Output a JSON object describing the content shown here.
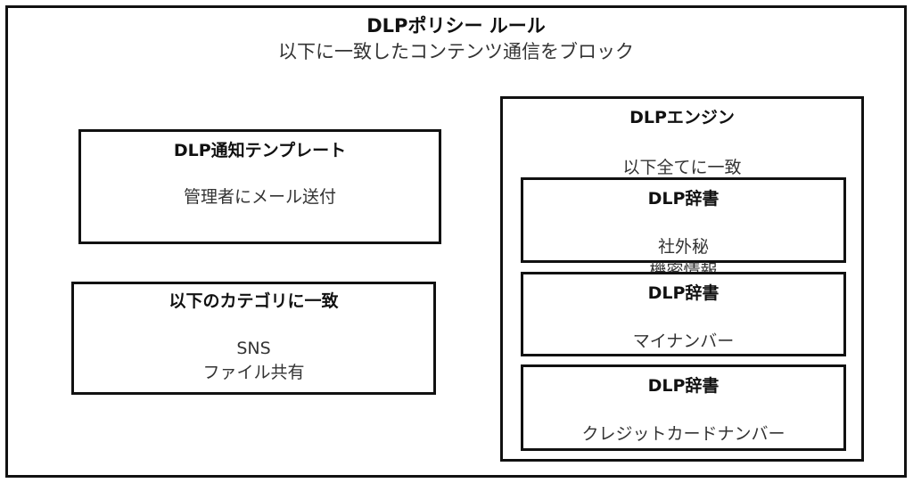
{
  "policy": {
    "title": "DLPポリシー ルール",
    "subtitle": "以下に一致したコンテンツ通信をブロック"
  },
  "notification_template": {
    "title": "DLP通知テンプレート",
    "text": "管理者にメール送付"
  },
  "category_match": {
    "title": "以下のカテゴリに一致",
    "items": [
      "SNS",
      "ファイル共有"
    ]
  },
  "engine": {
    "title": "DLPエンジン",
    "condition": "以下全てに一致",
    "dictionaries": [
      {
        "title": "DLP辞書",
        "lines": [
          "社外秘",
          "機密情報"
        ]
      },
      {
        "title": "DLP辞書",
        "lines": [
          "マイナンバー"
        ]
      },
      {
        "title": "DLP辞書",
        "lines": [
          "クレジットカードナンバー"
        ]
      }
    ]
  }
}
